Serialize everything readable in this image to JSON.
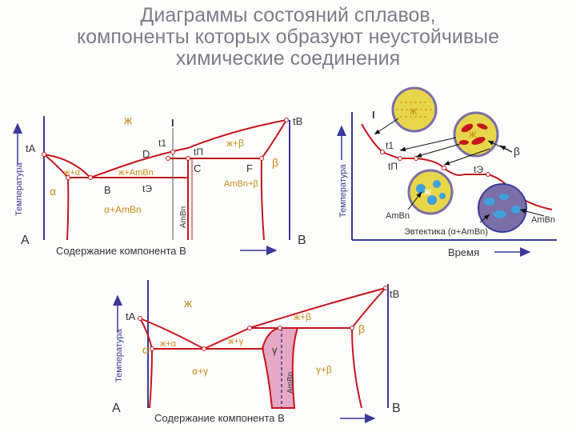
{
  "title": {
    "line1": "Диаграммы состояний сплавов,",
    "line2": "компоненты которых образуют неустойчивые",
    "line3": "химические соединения"
  },
  "colors": {
    "line": "#c4161c",
    "axis": "#3a3a9a",
    "label": "#c98a1a",
    "text": "#222222",
    "pink_fill": "#e6a9c3",
    "liquid_fill": "#e8d64a",
    "eutectic_fill": "#7a6fa6"
  },
  "diagram1": {
    "ylabel": "Температура",
    "xlabel": "Содержание компонента В",
    "A": "A",
    "B": "B",
    "tA": "tA",
    "tB": "tB",
    "t1": "t1",
    "tP": "tП",
    "tE": "tЭ",
    "I": "I",
    "D": "D",
    "C": "C",
    "F": "F",
    "Bpt": "B",
    "zh": "ж",
    "zh_alpha": "ж+α",
    "zh_AmBn": "ж+AmBn",
    "zh_beta": "ж+β",
    "alpha": "α",
    "beta": "β",
    "alpha_AmBn": "α+AmBn",
    "AmBn_beta": "AmBn+β",
    "AmBn_vert": "AmBn"
  },
  "diagram2": {
    "ylabel": "Температура",
    "xlabel": "Время",
    "I": "I",
    "t1": "t1",
    "tP": "tП",
    "tE": "tЭ",
    "zh1": "ж",
    "zh2": "ж",
    "zh3": "ж",
    "beta": "β",
    "AmBn_left": "AmBn",
    "AmBn_right": "AmBn",
    "eutectic": "Эвтектика (α+AmBn)"
  },
  "diagram3": {
    "ylabel": "Температура",
    "xlabel": "Содержание компонента В",
    "A": "A",
    "B": "B",
    "tA": "tA",
    "tB": "tB",
    "zh": "ж",
    "zh_alpha": "ж+α",
    "zh_gamma": "ж+γ",
    "zh_beta": "ж+β",
    "alpha": "α",
    "beta": "β",
    "gamma": "γ",
    "alpha_gamma": "α+γ",
    "gamma_beta": "γ+β",
    "AmBn_vert": "AmBn"
  }
}
